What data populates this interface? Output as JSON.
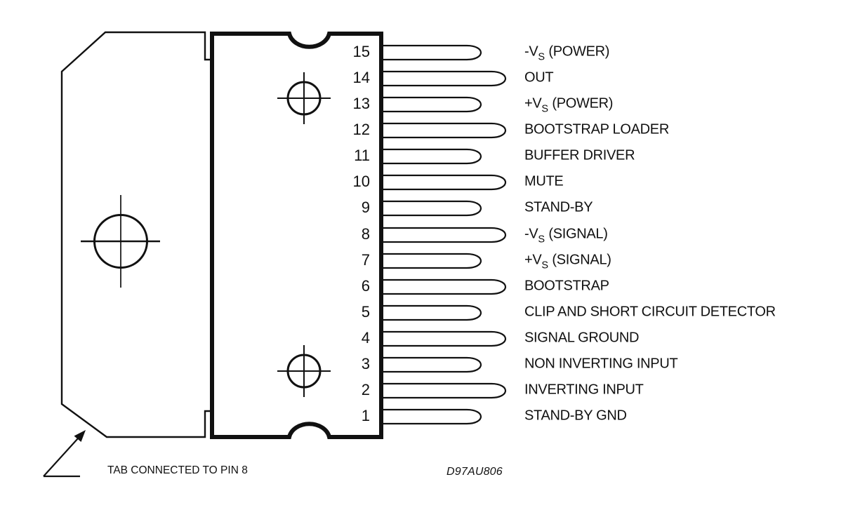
{
  "colors": {
    "ink": "#111111",
    "background": "#ffffff"
  },
  "pins": [
    {
      "num": "15",
      "pre": "-V",
      "sub": "S",
      "post": " (POWER)"
    },
    {
      "num": "14",
      "pre": "OUT",
      "sub": "",
      "post": ""
    },
    {
      "num": "13",
      "pre": "+V",
      "sub": "S",
      "post": " (POWER)"
    },
    {
      "num": "12",
      "pre": "BOOTSTRAP LOADER",
      "sub": "",
      "post": ""
    },
    {
      "num": "11",
      "pre": "BUFFER DRIVER",
      "sub": "",
      "post": ""
    },
    {
      "num": "10",
      "pre": "MUTE",
      "sub": "",
      "post": ""
    },
    {
      "num": "9",
      "pre": "STAND-BY",
      "sub": "",
      "post": ""
    },
    {
      "num": "8",
      "pre": "-V",
      "sub": "S",
      "post": " (SIGNAL)"
    },
    {
      "num": "7",
      "pre": "+V",
      "sub": "S",
      "post": " (SIGNAL)"
    },
    {
      "num": "6",
      "pre": "BOOTSTRAP",
      "sub": "",
      "post": ""
    },
    {
      "num": "5",
      "pre": "CLIP AND SHORT CIRCUIT DETECTOR",
      "sub": "",
      "post": ""
    },
    {
      "num": "4",
      "pre": "SIGNAL GROUND",
      "sub": "",
      "post": ""
    },
    {
      "num": "3",
      "pre": "NON INVERTING INPUT",
      "sub": "",
      "post": ""
    },
    {
      "num": "2",
      "pre": "INVERTING INPUT",
      "sub": "",
      "post": ""
    },
    {
      "num": "1",
      "pre": "STAND-BY GND",
      "sub": "",
      "post": ""
    }
  ],
  "footer": {
    "tab_note": "TAB CONNECTED TO PIN 8",
    "code": "D97AU806"
  }
}
